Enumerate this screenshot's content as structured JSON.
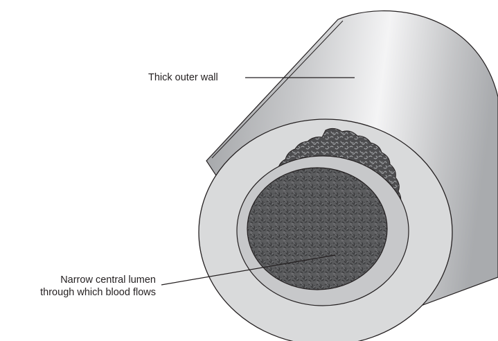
{
  "labels": {
    "outer_wall": "Thick outer wall",
    "lumen_line1": "Narrow central lumen",
    "lumen_line2": "through which blood flows"
  },
  "colors": {
    "background": "#ffffff",
    "outline": "#231f20",
    "outer_wall_dark": "#a7a9ac",
    "outer_wall_light": "#f1f1f2",
    "wall_ring": "#d9dadb",
    "textured_layer": "#4d4d4f",
    "inner_ring": "#c7c8ca",
    "lumen_fill": "#5b5c5e"
  }
}
